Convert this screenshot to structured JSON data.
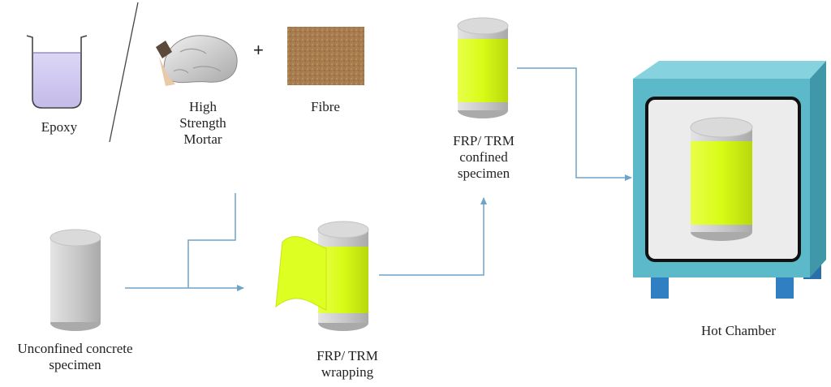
{
  "labels": {
    "epoxy": "Epoxy",
    "mortar": [
      "High",
      "Strength",
      "Mortar"
    ],
    "plus": "+",
    "fibre": "Fibre",
    "unconfined": [
      "Unconfined concrete",
      "specimen"
    ],
    "wrapping": [
      "FRP/ TRM",
      "wrapping"
    ],
    "confined": [
      "FRP/ TRM",
      "confined",
      "specimen"
    ],
    "chamber": "Hot Chamber"
  },
  "colors": {
    "arrow": "#6fa4c9",
    "frp": "#ddff22",
    "epoxy_liquid": "#cfc8ef",
    "chamber_front": "#5bb9c9",
    "chamber_top": "#86d3df",
    "chamber_side": "#3f97a8",
    "chamber_feet": "#2f7fc2",
    "concrete": "#c9c9c9",
    "fibre": "#a67c4e"
  }
}
